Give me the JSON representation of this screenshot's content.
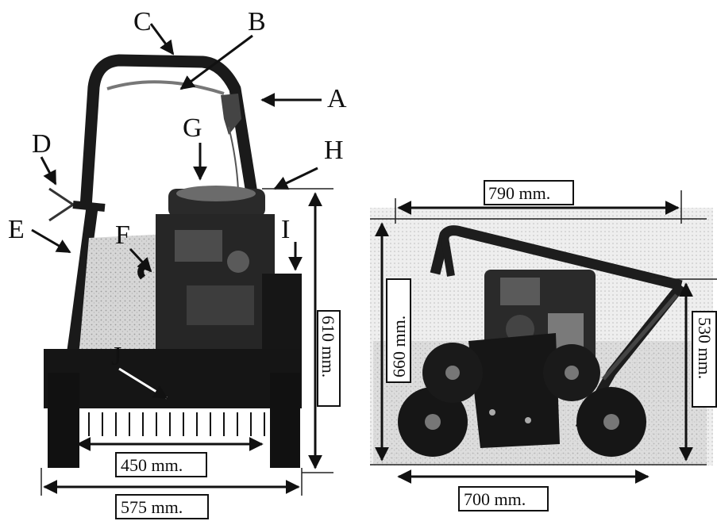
{
  "callouts": {
    "a": "A",
    "b": "B",
    "c": "C",
    "d": "D",
    "e": "E",
    "f": "F",
    "g": "G",
    "h": "H",
    "i": "I",
    "j": "J"
  },
  "dimensions": {
    "front_inner_width": "450 mm.",
    "front_total_width": "575 mm.",
    "front_height": "610 mm.",
    "side_top_length": "790 mm.",
    "side_height": "660 mm.",
    "side_base_length": "700 mm.",
    "side_rear_height": "530 mm."
  }
}
